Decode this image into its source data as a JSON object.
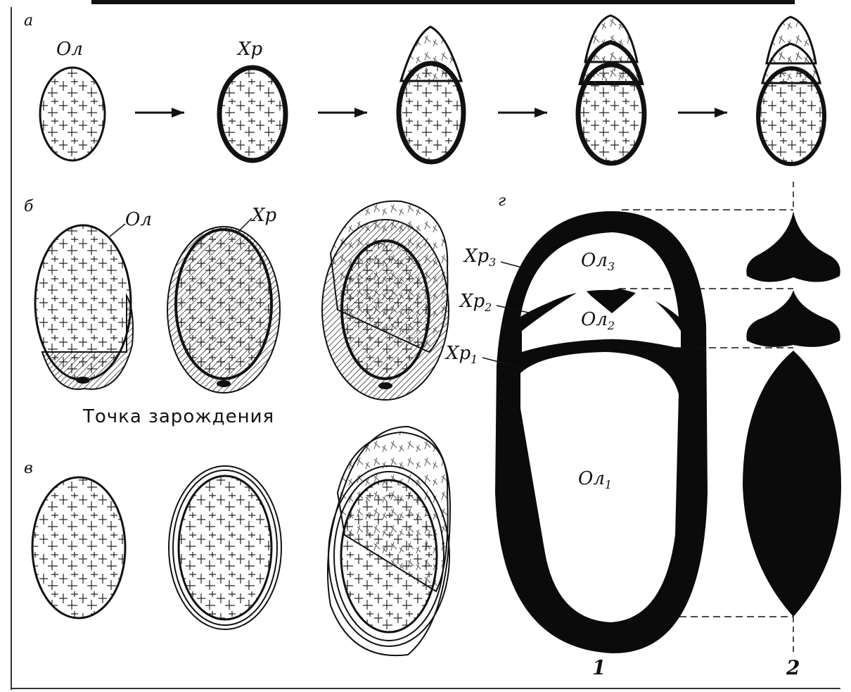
{
  "header": {
    "title_fragment": ""
  },
  "panels": {
    "a": {
      "letter": "а",
      "label_olivine": "Ол",
      "label_chromite": "Хр"
    },
    "b": {
      "letter": "б",
      "label_olivine": "Ол",
      "label_chromite": "Хр",
      "caption": "Точка зарождения"
    },
    "c": {
      "letter": "в"
    },
    "d": {
      "letter": "г",
      "labels": {
        "ol1": "Ол",
        "ol1_sub": "1",
        "ol2": "Ол",
        "ol2_sub": "2",
        "ol3": "Ол",
        "ol3_sub": "3",
        "xp1": "Хр",
        "xp1_sub": "1",
        "xp2": "Хр",
        "xp2_sub": "2",
        "xp3": "Хр",
        "xp3_sub": "3"
      },
      "figure_numbers": [
        "1",
        "2"
      ]
    }
  },
  "colors": {
    "ink": "#111111",
    "paper": "#ffffff"
  }
}
